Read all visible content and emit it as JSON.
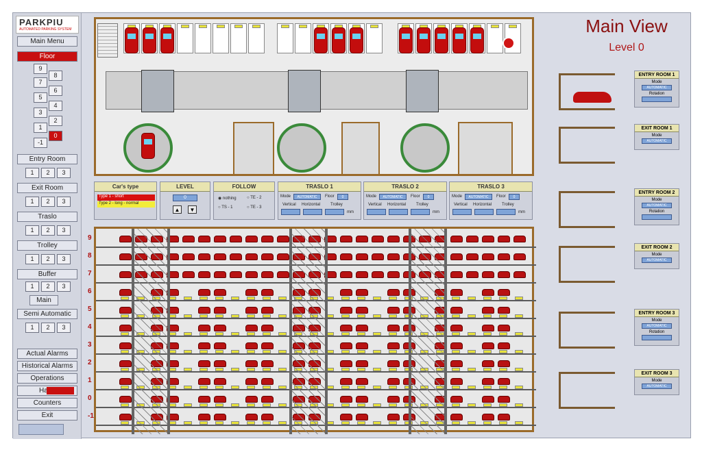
{
  "app": {
    "logo": "PARKPIU",
    "logo_sub": "AUTOMATED PARKING SYSTEM"
  },
  "left": {
    "main_menu": "Main Menu",
    "floor": "Floor",
    "floor_buttons": [
      "9",
      "8",
      "7",
      "6",
      "5",
      "4",
      "3",
      "2",
      "1",
      "0",
      "-1"
    ],
    "entry_room": "Entry Room",
    "exit_room": "Exit Room",
    "traslo": "Traslo",
    "trolley": "Trolley",
    "buffer": "Buffer",
    "main": "Main",
    "semi_automatic": "Semi Automatic",
    "num": [
      "1",
      "2",
      "3"
    ],
    "actual_alarms": "Actual Alarms",
    "historical_alarms": "Historical Alarms",
    "operations": "Operations",
    "hand": "Hand",
    "counters": "Counters",
    "exit": "Exit"
  },
  "controls": {
    "cars_type": "Car's type",
    "cars_type_rows": [
      "Type 1 - short",
      "Type 2 - long - normal"
    ],
    "level": "LEVEL",
    "level_value": "0",
    "follow": "FOLLOW",
    "follow_opts": [
      "nothing",
      "TE - 2",
      "TS - 1",
      "TE - 3"
    ],
    "traslo": [
      "TRASLO 1",
      "TRASLO 2",
      "TRASLO 3"
    ],
    "mode": "Mode",
    "mode_value": "AUTOMATIC",
    "floor_lbl": "Floor",
    "floor_value": "0",
    "vertical": "Vertical",
    "horizontal": "Horizontal",
    "trolley": "Trolley",
    "mm": "mm"
  },
  "floors": [
    "9",
    "8",
    "7",
    "6",
    "5",
    "4",
    "3",
    "2",
    "1",
    "0",
    "-1"
  ],
  "right": {
    "title": "Main View",
    "level": "Level  0",
    "rooms": [
      {
        "name": "ENTRY ROOM 1",
        "mode": "AUTOMATIC",
        "rotation": "Rotation"
      },
      {
        "name": "EXIT ROOM 1",
        "mode": "AUTOMATIC"
      },
      {
        "name": "ENTRY ROOM 2",
        "mode": "AUTOMATIC",
        "rotation": "Rotation"
      },
      {
        "name": "EXIT ROOM 2",
        "mode": "AUTOMATIC"
      },
      {
        "name": "ENTRY ROOM 3",
        "mode": "AUTOMATIC",
        "rotation": "Rotation"
      },
      {
        "name": "EXIT ROOM 3",
        "mode": "AUTOMATIC"
      }
    ],
    "mode_label": "Mode",
    "mm": "mm"
  },
  "colors": {
    "accent": "#c81010",
    "title": "#8a1010",
    "frame": "#9a6a2a"
  }
}
